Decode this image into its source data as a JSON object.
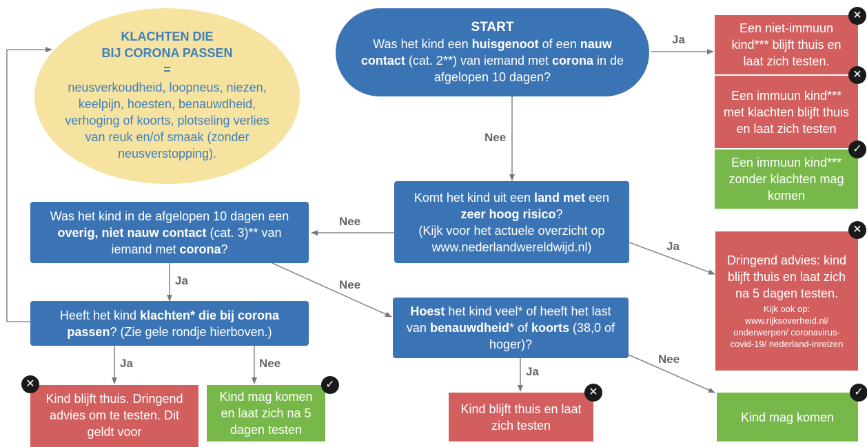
{
  "symptoms": {
    "title_line1": "KLACHTEN DIE",
    "title_line2": "BIJ CORONA PASSEN",
    "equals": "=",
    "body": "neusverkoudheid, loopneus, niezen, keelpijn, hoesten, benauwdheid, verhoging of koorts, plotseling verlies van reuk en/of smaak (zonder neusverstopping)."
  },
  "start": {
    "title": "START",
    "t1": "Was het kind een ",
    "b1": "huisgenoot",
    "t2": " of een ",
    "b2": "nauw contact",
    "t3": " (cat. 2**) van iemand met ",
    "b3": "corona",
    "t4": " in de afgelopen 10 dagen?"
  },
  "outcome_top": {
    "non_immune": "Een niet-immuun kind*** blijft thuis en laat zich testen.",
    "immune_symptoms": "Een immuun kind*** met klachten blijft thuis en laat zich testen",
    "immune_no_symptoms": "Een immuun kind*** zonder klachten mag komen"
  },
  "country": {
    "t1": "Komt het kind uit een ",
    "b1": "land met",
    "t2": " een ",
    "b2": "zeer hoog risico",
    "t3": "?",
    "t4": "(Kijk voor het actuele overzicht op www.nederlandwereldwijd.nl)"
  },
  "advice": {
    "main": "Dringend advies: kind blijft thuis en laat zich na 5 dagen testen.",
    "small": "Kijk ook op: www.rijksoverheid.nl/ onderwerpen/ coronavirus-covid-19/ nederland-inreizen"
  },
  "other_contact": {
    "t1": "Was het kind in de afgelopen 10 dagen een ",
    "b1": "overig, niet nauw contact",
    "t2": " (cat. 3)** van iemand met ",
    "b2": "corona",
    "t3": "?"
  },
  "complaints": {
    "t1": "Heeft het kind ",
    "b1": "klachten* die bij corona passen",
    "t2": "? (Zie gele rondje hierboven.)"
  },
  "cough": {
    "b1": "Hoest",
    "t1": " het kind veel* of heeft het last van ",
    "b2": "benauwdheid",
    "t2": "* of ",
    "b3": "koorts",
    "t3": " (38,0 of hoger)?"
  },
  "outcome_bottom": {
    "stay_home_advice": "Kind blijft thuis. Dringend advies om te testen. Dit geldt voor",
    "may_come_test": "Kind mag komen en laat zich na 5 dagen testen",
    "stay_home_test": "Kind blijft thuis en laat zich testen",
    "may_come": "Kind mag komen"
  },
  "labels": {
    "ja": "Ja",
    "nee": "Nee"
  },
  "icons": {
    "stop": "x-mark-icon",
    "ok": "check-mark-icon"
  },
  "colors": {
    "blue": "#3b74b4",
    "red": "#d35e5e",
    "green": "#78b84a",
    "yellow": "#f6e3a0",
    "text_blue": "#3f7fbd"
  }
}
